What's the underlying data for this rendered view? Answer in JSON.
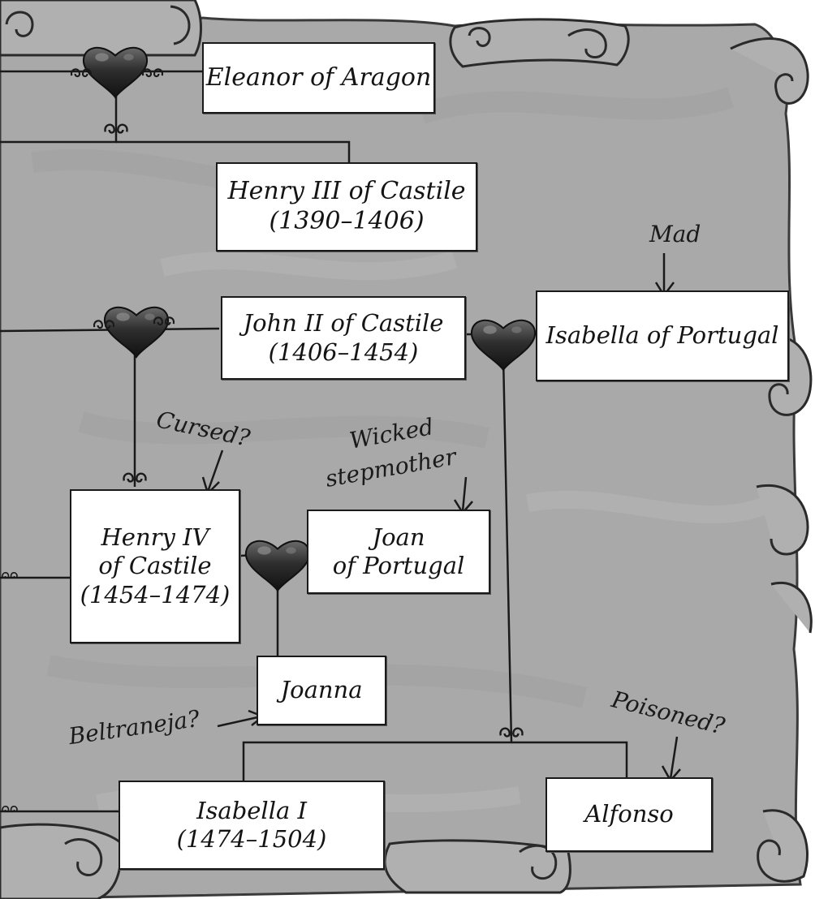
{
  "people": {
    "eleanor": {
      "name": "Eleanor of Aragon"
    },
    "henry3": {
      "name": "Henry III of Castile",
      "reign": "(1390–1406)"
    },
    "john2": {
      "name": "John II of Castile",
      "reign": "(1406–1454)"
    },
    "isabella_portugal": {
      "name": "Isabella of Portugal"
    },
    "henry4": {
      "name_line1": "Henry IV",
      "name_line2": "of Castile",
      "reign": "(1454–1474)"
    },
    "joan": {
      "name_line1": "Joan",
      "name_line2": "of Portugal"
    },
    "joanna": {
      "name": "Joanna"
    },
    "isabella1": {
      "name": "Isabella I",
      "reign": "(1474–1504)"
    },
    "alfonso": {
      "name": "Alfonso"
    }
  },
  "annotations": {
    "mad": "Mad",
    "cursed": "Cursed?",
    "wicked_line1": "Wicked",
    "wicked_line2": "stepmother",
    "beltraneja": "Beltraneja?",
    "poisoned": "Poisoned?"
  },
  "colors": {
    "parchment": "#a9a9a9",
    "parchment_edge": "#7a7a7a",
    "ink": "#1a1a1a",
    "heart": "#2e2e2e",
    "box": "#ffffff"
  },
  "icons": [
    "heart-icon",
    "swirl-icon",
    "scroll-curl"
  ]
}
